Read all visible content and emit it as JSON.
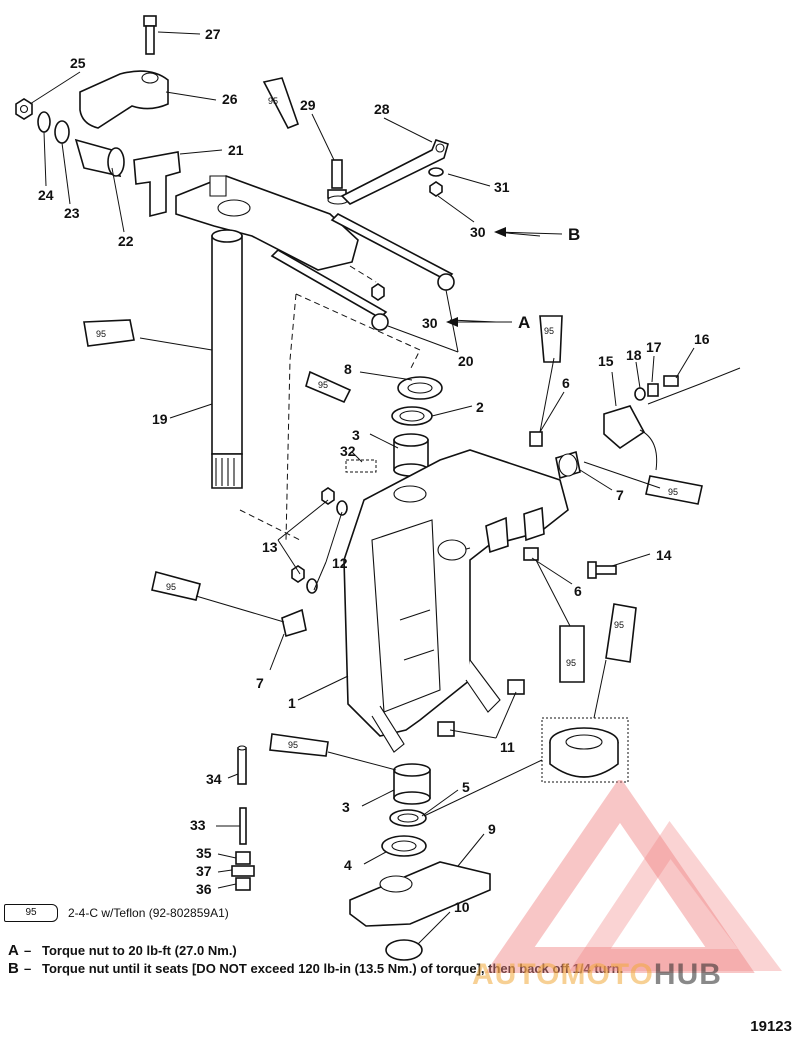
{
  "callouts": [
    "27",
    "25",
    "26",
    "24",
    "23",
    "22",
    "21",
    "29",
    "28",
    "31",
    "30",
    "B",
    "A",
    "20",
    "19",
    "8",
    "2",
    "3",
    "32",
    "15",
    "18",
    "17",
    "16",
    "6",
    "7",
    "13",
    "12",
    "14",
    "1",
    "11",
    "34",
    "33",
    "35",
    "37",
    "36",
    "5",
    "4",
    "9",
    "10"
  ],
  "tube_label": "95",
  "legend": {
    "tube_label": "95",
    "text": "2-4-C w/Teflon (92-802859A1)"
  },
  "notes": [
    {
      "key": "A",
      "text": "Torque nut to 20 lb-ft (27.0 Nm.)"
    },
    {
      "key": "B",
      "text": "Torque nut until it seats [DO NOT exceed 120 lb-in (13.5 Nm.) of torque], then back off 1/4 turn."
    }
  ],
  "figure_id": "19123",
  "watermark": {
    "brand_a": "AUTOMOTO",
    "brand_b": "HUB",
    "color": "#f08080"
  }
}
